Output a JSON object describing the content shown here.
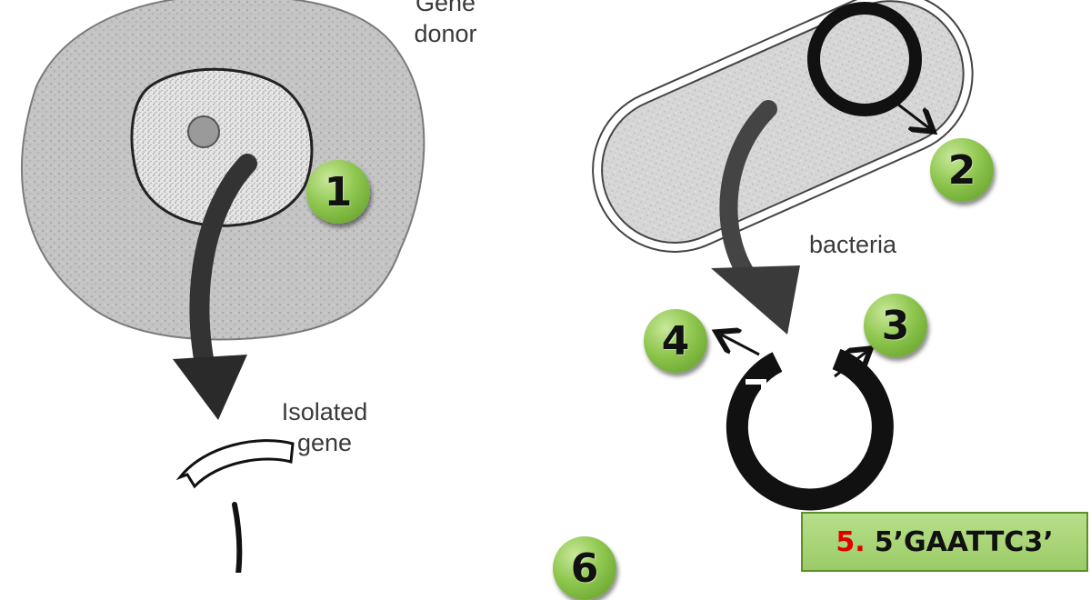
{
  "labels": {
    "gene_donor_line1": "Gene",
    "gene_donor_line2": "donor",
    "bacteria": "bacteria",
    "isolated_line1": "Isolated",
    "isolated_line2": "gene"
  },
  "badges": [
    "1",
    "2",
    "3",
    "4",
    "6"
  ],
  "sequence_box": {
    "number": "5.",
    "sequence": "5’GAATTC3’"
  },
  "colors": {
    "badge_green": "#8ec64e",
    "box_green": "#a9d67a",
    "number_red": "#e00000",
    "cell_gray": "#bdbdbd"
  }
}
